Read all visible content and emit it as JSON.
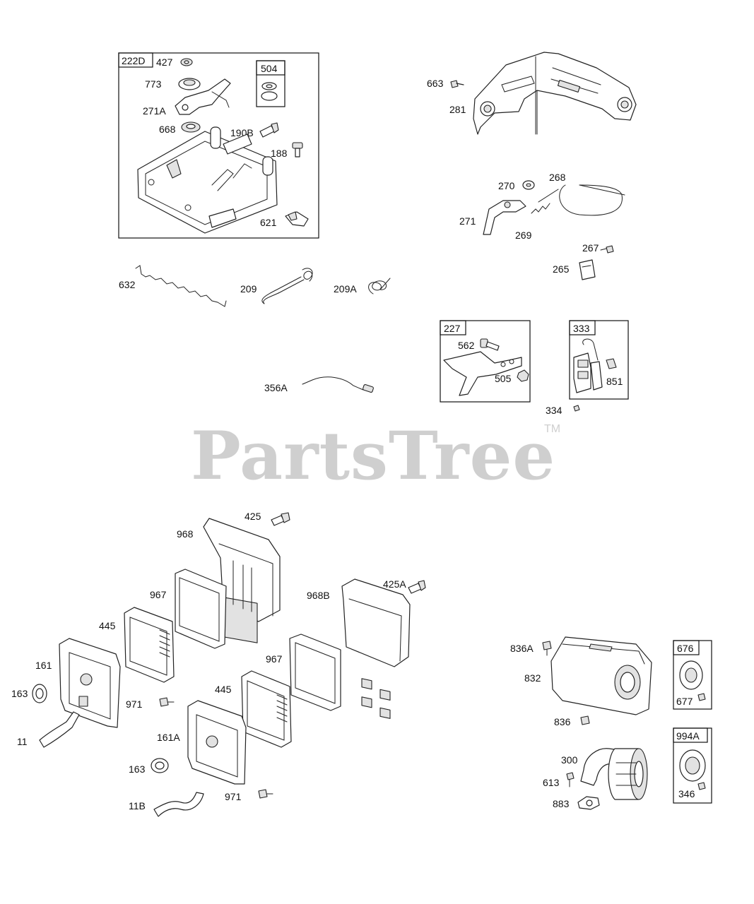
{
  "watermark": {
    "text": "PartsTree",
    "trademark": "TM"
  },
  "groups": {
    "g222d": "222D",
    "g504": "504",
    "g227": "227",
    "g333": "333",
    "g676": "676",
    "g994a": "994A"
  },
  "labels": {
    "p427": "427",
    "p773": "773",
    "p271a": "271A",
    "p668": "668",
    "p190b": "190B",
    "p188": "188",
    "p621": "621",
    "p663": "663",
    "p281": "281",
    "p270": "270",
    "p268": "268",
    "p271": "271",
    "p269": "269",
    "p267": "267",
    "p265": "265",
    "p632": "632",
    "p209": "209",
    "p209a": "209A",
    "p356a": "356A",
    "p562": "562",
    "p505": "505",
    "p851": "851",
    "p334": "334",
    "p425": "425",
    "p968": "968",
    "p967a": "967",
    "p968b": "968B",
    "p425a": "425A",
    "p445a": "445",
    "p161": "161",
    "p163a": "163",
    "p11": "11",
    "p971a": "971",
    "p967b": "967",
    "p445b": "445",
    "p161a": "161A",
    "p163b": "163",
    "p971b": "971",
    "p11b": "11B",
    "p836a": "836A",
    "p832": "832",
    "p836": "836",
    "p677": "677",
    "p300": "300",
    "p613": "613",
    "p883": "883",
    "p346": "346"
  }
}
